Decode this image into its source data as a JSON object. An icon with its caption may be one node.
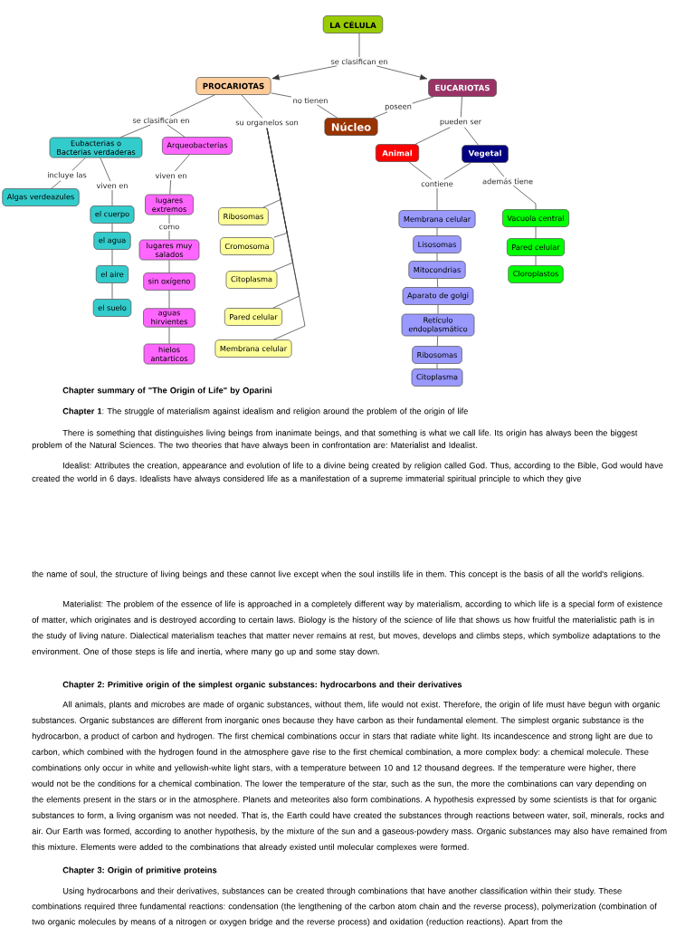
{
  "diagram": {
    "nodes": [
      {
        "text": [
          "LA CÉLULA"
        ]
      },
      {
        "text": [
          "se clasifican en"
        ]
      },
      {
        "text": [
          "PROCARIOTAS"
        ]
      },
      {
        "text": [
          "EUCARIOTAS"
        ]
      },
      {
        "text": [
          "no tienen"
        ]
      },
      {
        "text": [
          "Núcleo"
        ]
      },
      {
        "text": [
          "poseen"
        ]
      },
      {
        "text": [
          "se clasifican en"
        ]
      },
      {
        "text": [
          "su organelos son"
        ]
      },
      {
        "text": [
          "pueden ser"
        ]
      },
      {
        "text": [
          "Eubacterias o Bacterias verdaderas"
        ]
      },
      {
        "text": [
          "Arqueobacterias"
        ]
      },
      {
        "text": [
          "Animal"
        ]
      },
      {
        "text": [
          "Vegetal"
        ]
      },
      {
        "text": [
          "incluye las"
        ]
      },
      {
        "text": [
          "viven en"
        ]
      },
      {
        "text": [
          "viven en"
        ]
      },
      {
        "text": [
          "contiene"
        ]
      },
      {
        "text": [
          "además tiene"
        ]
      },
      {
        "text": [
          "Algas verdeazules"
        ]
      },
      {
        "text": [
          "el cuerpo"
        ]
      },
      {
        "text": [
          "el agua"
        ]
      },
      {
        "text": [
          "el aire"
        ]
      },
      {
        "text": [
          "el suelo"
        ]
      },
      {
        "text": [
          "lugares extremos"
        ]
      },
      {
        "text": [
          "como"
        ]
      },
      {
        "text": [
          "lugares muy salados"
        ]
      },
      {
        "text": [
          "sin oxígeno"
        ]
      },
      {
        "text": [
          "aguas hirvientes"
        ]
      },
      {
        "text": [
          "hielos antarticos"
        ]
      },
      {
        "text": [
          "Ribosomas"
        ]
      },
      {
        "text": [
          "Cromosoma"
        ]
      },
      {
        "text": [
          "Citoplasma"
        ]
      },
      {
        "text": [
          "Pared celular"
        ]
      },
      {
        "text": [
          "Membrana celular"
        ]
      },
      {
        "text": [
          "Membrana celular"
        ]
      },
      {
        "text": [
          "Lisosomas"
        ]
      },
      {
        "text": [
          "Mitocondrias"
        ]
      },
      {
        "text": [
          "Aparato de golgi"
        ]
      },
      {
        "text": [
          "Retículo endoplasmático"
        ]
      },
      {
        "text": [
          "Ribosomas"
        ]
      },
      {
        "text": [
          "Citoplasma"
        ]
      },
      {
        "text": [
          "Vacuola central"
        ]
      },
      {
        "text": [
          "Pared celular"
        ]
      },
      {
        "text": [
          "Cloroplastos"
        ]
      }
    ],
    "edges": [
      {
        "from": 0,
        "to": 1,
        "arrow": "none"
      },
      {
        "from": 1,
        "to": 2,
        "arrow": "to"
      },
      {
        "from": 1,
        "to": 3,
        "arrow": "to"
      },
      {
        "from": 2,
        "to": 4,
        "arrow": "none"
      },
      {
        "from": 4,
        "to": 5,
        "arrow": "none"
      },
      {
        "from": 3,
        "to": 6,
        "arrow": "none"
      },
      {
        "from": 6,
        "to": 5,
        "arrow": "none"
      },
      {
        "from": 2,
        "to": 7,
        "arrow": "none"
      },
      {
        "from": 7,
        "to": 10,
        "arrow": "none"
      },
      {
        "from": 7,
        "to": 11,
        "arrow": "none"
      },
      {
        "from": 2,
        "to": 8,
        "arrow": "none"
      },
      {
        "from": 8,
        "to": 30,
        "arrow": "none"
      },
      {
        "from": 8,
        "to": 31,
        "arrow": "none"
      },
      {
        "from": 8,
        "to": 32,
        "arrow": "none"
      },
      {
        "from": 8,
        "to": 33,
        "arrow": "none"
      },
      {
        "from": 8,
        "to": 34,
        "arrow": "none"
      },
      {
        "from": 3,
        "to": 9,
        "arrow": "none"
      },
      {
        "from": 9,
        "to": 12,
        "arrow": "none"
      },
      {
        "from": 9,
        "to": 13,
        "arrow": "none"
      },
      {
        "from": 10,
        "to": 14,
        "arrow": "none"
      },
      {
        "from": 14,
        "to": 19,
        "arrow": "none"
      },
      {
        "from": 10,
        "to": 15,
        "arrow": "none"
      },
      {
        "from": 15,
        "to": 20,
        "arrow": "none"
      },
      {
        "from": 20,
        "to": 21,
        "arrow": "none"
      },
      {
        "from": 21,
        "to": 22,
        "arrow": "none"
      },
      {
        "from": 22,
        "to": 23,
        "arrow": "none"
      },
      {
        "from": 11,
        "to": 16,
        "arrow": "none"
      },
      {
        "from": 16,
        "to": 24,
        "arrow": "none"
      },
      {
        "from": 24,
        "to": 25,
        "arrow": "none"
      },
      {
        "from": 25,
        "to": 26,
        "arrow": "none"
      },
      {
        "from": 26,
        "to": 27,
        "arrow": "none"
      },
      {
        "from": 27,
        "to": 28,
        "arrow": "none"
      },
      {
        "from": 28,
        "to": 29,
        "arrow": "none"
      },
      {
        "from": 12,
        "to": 17,
        "arrow": "none"
      },
      {
        "from": 13,
        "to": 17,
        "arrow": "none"
      },
      {
        "from": 17,
        "to": 35,
        "arrow": "none"
      },
      {
        "from": 35,
        "to": 36,
        "arrow": "none"
      },
      {
        "from": 36,
        "to": 37,
        "arrow": "none"
      },
      {
        "from": 37,
        "to": 38,
        "arrow": "none"
      },
      {
        "from": 38,
        "to": 39,
        "arrow": "none"
      },
      {
        "from": 39,
        "to": 40,
        "arrow": "none"
      },
      {
        "from": 40,
        "to": 41,
        "arrow": "none"
      },
      {
        "from": 13,
        "to": 18,
        "arrow": "none"
      },
      {
        "from": 18,
        "to": 42,
        "arrow": "none"
      },
      {
        "from": 42,
        "to": 43,
        "arrow": "none"
      },
      {
        "from": 43,
        "to": 44,
        "arrow": "none"
      }
    ],
    "labels": [
      "Chapter summary of \"The Origin of Life\" by Oparini",
      "**Chapter 1**: The struggle of materialism against idealism and religion around the problem of the origin of life",
      "There is something that distinguishes living beings from inanimate beings, and that something is what we call life. Its origin has always been the biggest problem of the Natural Sciences. The two theories that have always been in confrontation are: Materialist and Idealist.",
      "Idealist: Attributes the creation, appearance and evolution of life to a divine being created by religion called God. Thus, according to the Bible, God would have created the world in 6 days. Idealists have always considered life as a manifestation of a supreme immaterial spiritual principle to which they give",
      "the name of soul, the structure of living beings and these cannot live except when the soul instills life in them. This concept is the basis of all the world's religions.",
      "Materialist: The problem of the essence of life is approached in a completely different way by materialism, according to which life is a special form of existence of matter, which originates and is destroyed according to certain laws. Biology is the history of the science of life that shows us how fruitful the materialistic path is in the study of living nature. Dialectical materialism teaches that matter never remains at rest, but moves, develops and climbs steps, which symbolize adaptations to the environment. One of those steps is life and inertia, where many go up and some stay down.",
      "Chapter 2: Primitive origin of the simplest organic substances: hydrocarbons and their derivatives",
      "All animals, plants and microbes are made of organic substances, without them, life would not exist. Therefore, the origin of life must have begun with organic substances. Organic substances are different from inorganic ones because they have carbon as their fundamental element. The simplest organic substance is the hydrocarbon, a product of carbon and hydrogen. The first chemical combinations occur in stars that radiate white light. Its incandescence and strong light are due to carbon, which combined with the hydrogen found in the atmosphere gave rise to the first chemical combination, a more complex body: a chemical molecule. These combinations only occur in white and yellowish-white light stars, with a temperature between 10 and 12 thousand degrees. If the temperature were higher, there would not be the conditions for a chemical combination. The lower the temperature of the star, such as the sun, the more the combinations can vary depending on the elements present in the stars or in the atmosphere. Planets and meteorites also form combinations. A hypothesis expressed by some scientists is that for organic substances to form, a living organism was not needed. That is, the Earth could have created the substances through reactions between water, soil, minerals, rocks and air. Our Earth was formed, according to another hypothesis, by the mixture of the sun and a gaseous-powdery mass. Organic substances may also have remained from this mixture. Elements were added to the combinations that already existed until molecular complexes were formed.",
      "Chapter 3: Origin of primitive proteins",
      "Using hydrocarbons and their derivatives, substances can be created through combinations that have another classification within their study. These combinations required three fundamental reactions: condensation (the lengthening of the carbon atom chain and the reverse process), polymerization (combination of two organic molecules by means of a nitrogen or oxygen bridge and the reverse process) and oxidation (reduction reactions). Apart from the"
    ]
  }
}
